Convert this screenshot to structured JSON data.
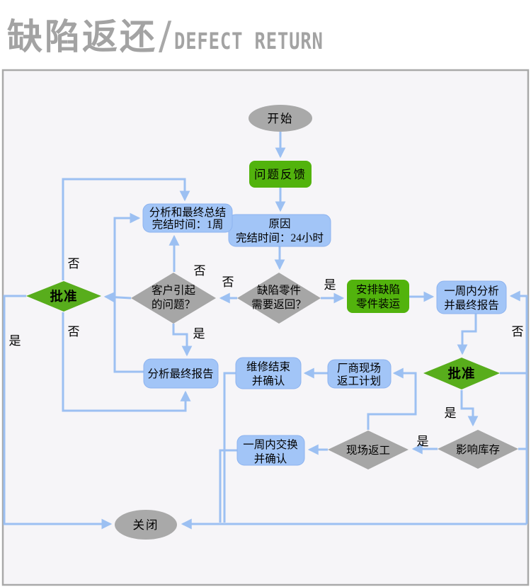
{
  "header": {
    "title_zh": "缺陷返还",
    "separator": "/",
    "title_en": "DEFECT RETURN"
  },
  "labels": {
    "yes": "是",
    "no": "否"
  },
  "nodes": {
    "start": {
      "label": "开始"
    },
    "feedback": {
      "label": "问题反馈"
    },
    "cause": {
      "line1": "原因",
      "line2": "完结时间：24小时"
    },
    "need_return": {
      "line1": "缺陷零件",
      "line2": "需要返回？"
    },
    "customer_issue": {
      "line1": "客户引起",
      "line2": "的问题？"
    },
    "approve_left": {
      "label": "批准"
    },
    "arrange_ship": {
      "line1": "安排缺陷",
      "line2": "零件装运"
    },
    "analyze_report_week": {
      "line1": "一周内分析",
      "line2": "并最终报告"
    },
    "final_summary": {
      "line1": "分析和最终总结",
      "line2": "完结时间：1周"
    },
    "final_report": {
      "label": "分析最终报告"
    },
    "repair_confirm": {
      "line1": "维修结束",
      "line2": "并确认"
    },
    "vendor_rework_plan": {
      "line1": "厂商现场",
      "line2": "返工计划"
    },
    "approve_right": {
      "label": "批准"
    },
    "stock_impact": {
      "label": "影响库存"
    },
    "site_rework": {
      "label": "现场返工"
    },
    "exchange_week": {
      "line1": "一周内交换",
      "line2": "并确认"
    },
    "close": {
      "label": "关闭"
    }
  },
  "colors": {
    "green_box": "#52b30d",
    "green_diamond": "#58ad1c",
    "blue_box": "#a2c5f7",
    "gray_shape": "#a6a6a6",
    "line_blue": "#9cc0f2",
    "panel_bg": "#f6f5f8",
    "panel_border": "#a9a9a9",
    "header_text": "#a3a3a3",
    "text": "#000000"
  }
}
